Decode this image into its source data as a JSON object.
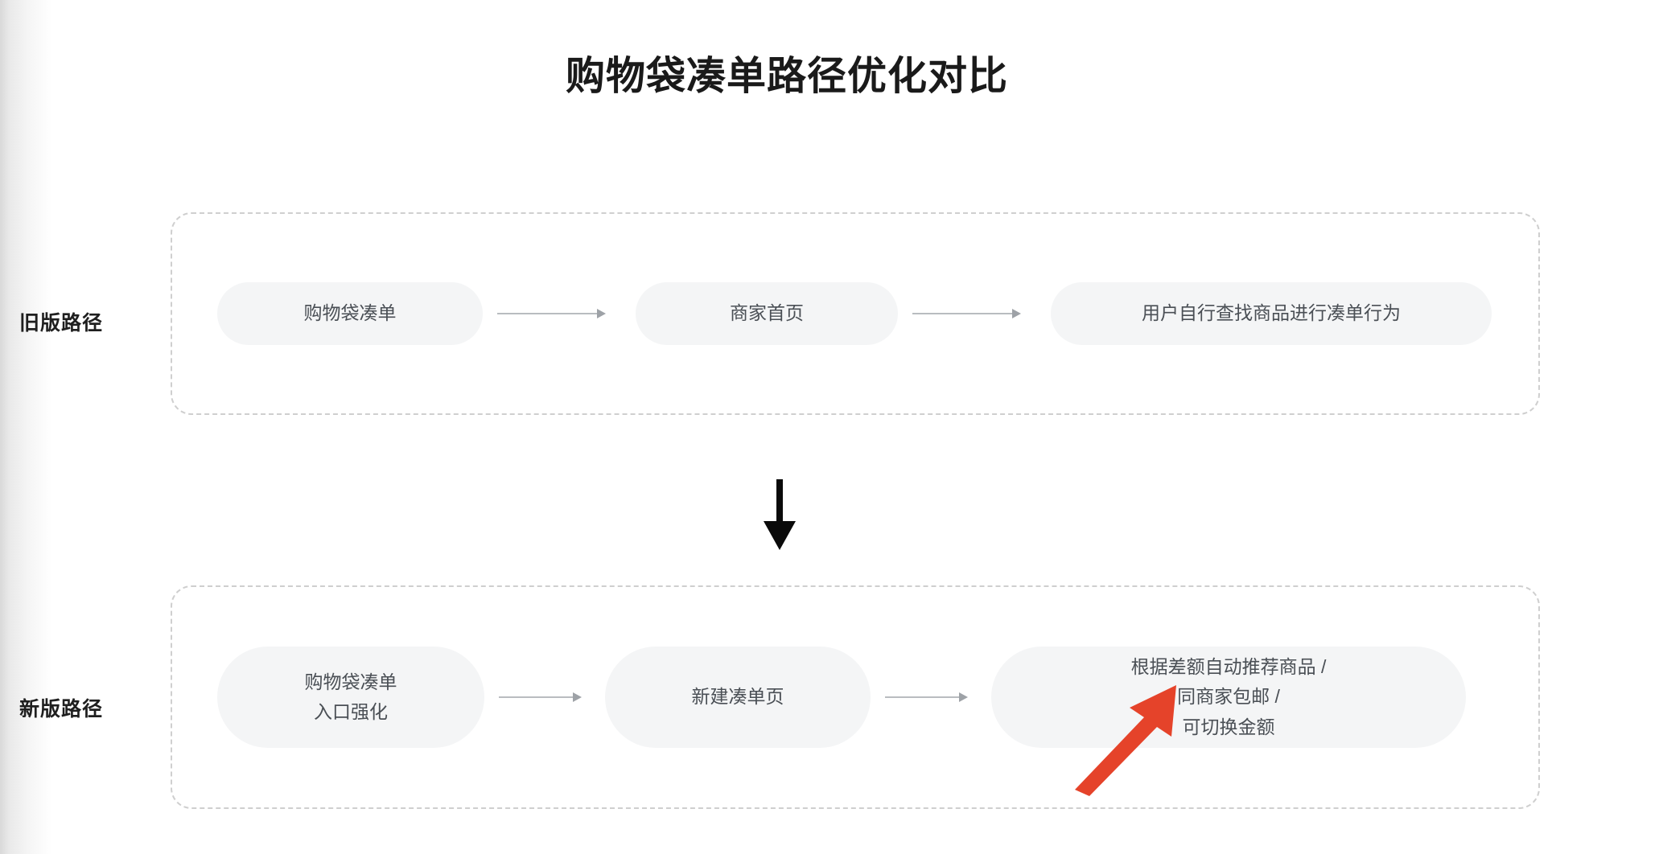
{
  "page": {
    "title": "购物袋凑单路径优化对比",
    "background_color": "#ffffff"
  },
  "colors": {
    "pill_fill": "#f4f5f6",
    "pill_text": "#4a4f55",
    "dashed_border": "#cfcfcf",
    "connector_arrow": "#b9bcc0",
    "down_arrow": "#0a0a0a",
    "annotation_red": "#e5432a",
    "title_text": "#1a1a1a"
  },
  "rows": [
    {
      "label": "旧版路径",
      "steps": [
        {
          "lines": [
            "购物袋凑单"
          ]
        },
        {
          "lines": [
            "商家首页"
          ]
        },
        {
          "lines": [
            "用户自行查找商品进行凑单行为"
          ]
        }
      ]
    },
    {
      "label": "新版路径",
      "steps": [
        {
          "lines": [
            "购物袋凑单",
            "入口强化"
          ]
        },
        {
          "lines": [
            "新建凑单页"
          ]
        },
        {
          "lines": [
            "根据差额自动推荐商品 /",
            "同商家包邮 /",
            "可切换金额"
          ]
        }
      ]
    }
  ],
  "icons": {
    "step_connector": "arrow-right-icon",
    "transition": "arrow-down-icon",
    "annotation": "red-pointer-arrow-icon"
  }
}
